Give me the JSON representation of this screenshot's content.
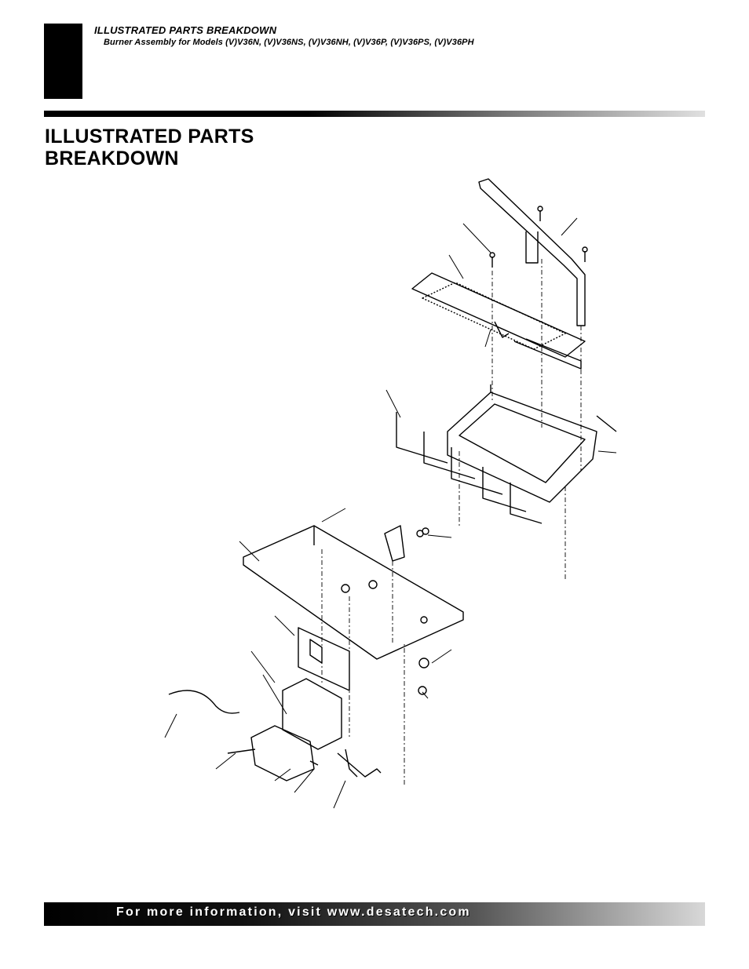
{
  "header": {
    "running_head": "ILLUSTRATED PARTS BREAKDOWN",
    "subtitle": "Burner Assembly for Models (V)V36N, (V)V36NS, (V)V36NH, (V)V36P,  (V)V36PS, (V)V36PH"
  },
  "section": {
    "title_line1": "ILLUSTRATED PARTS",
    "title_line2": "BREAKDOWN"
  },
  "footer": {
    "text": "For more information, visit www.desatech.com"
  },
  "colors": {
    "ink": "#000000",
    "background": "#ffffff"
  }
}
